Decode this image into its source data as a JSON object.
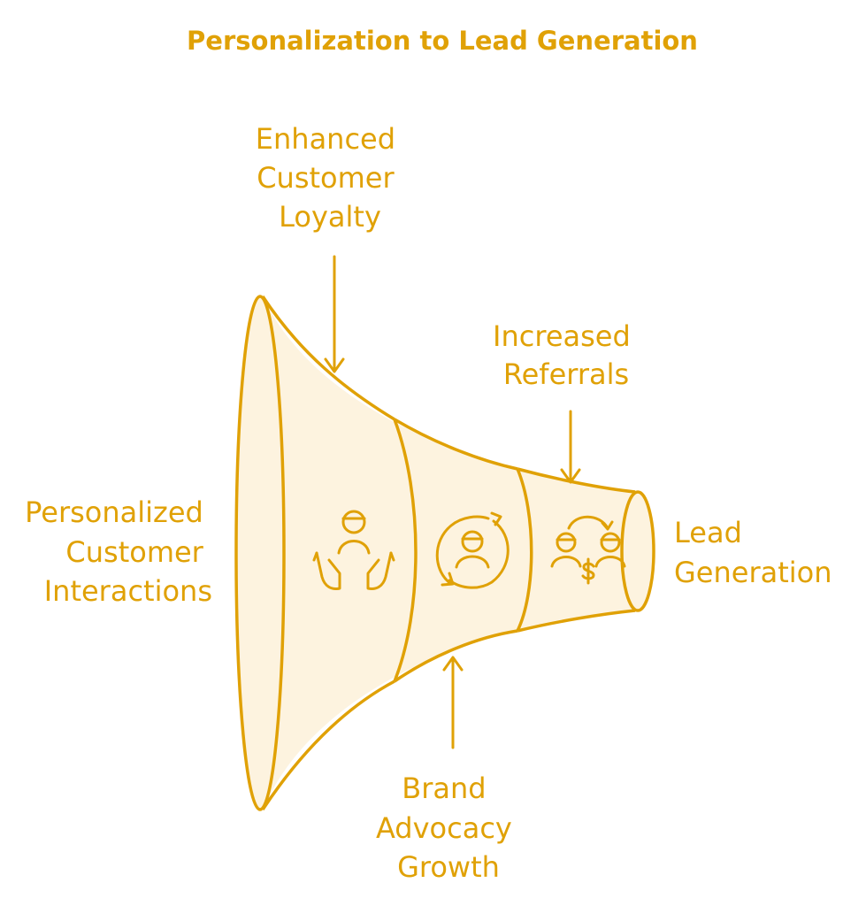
{
  "colors": {
    "stroke": "#E0A106",
    "fill": "#FDF3DF",
    "text": "#E0A106",
    "background": "#FFFFFF"
  },
  "title": "Personalization to Lead Generation",
  "stages": [
    {
      "label_lines": [
        "Personalized",
        "Customer",
        "Interactions"
      ],
      "icon": "open-hands-person-icon"
    },
    {
      "label_lines": [
        "Brand",
        "Advocacy",
        "Growth"
      ],
      "icon": "person-cycle-arrows-icon"
    },
    {
      "label_lines": [
        "Increased",
        "Referrals"
      ],
      "icon": "people-exchange-dollar-icon"
    },
    {
      "label_lines": [
        "Lead",
        "Generation"
      ],
      "icon": null
    }
  ],
  "callouts": {
    "top_left": {
      "label_lines": [
        "Enhanced",
        "Customer",
        "Loyalty"
      ]
    }
  }
}
